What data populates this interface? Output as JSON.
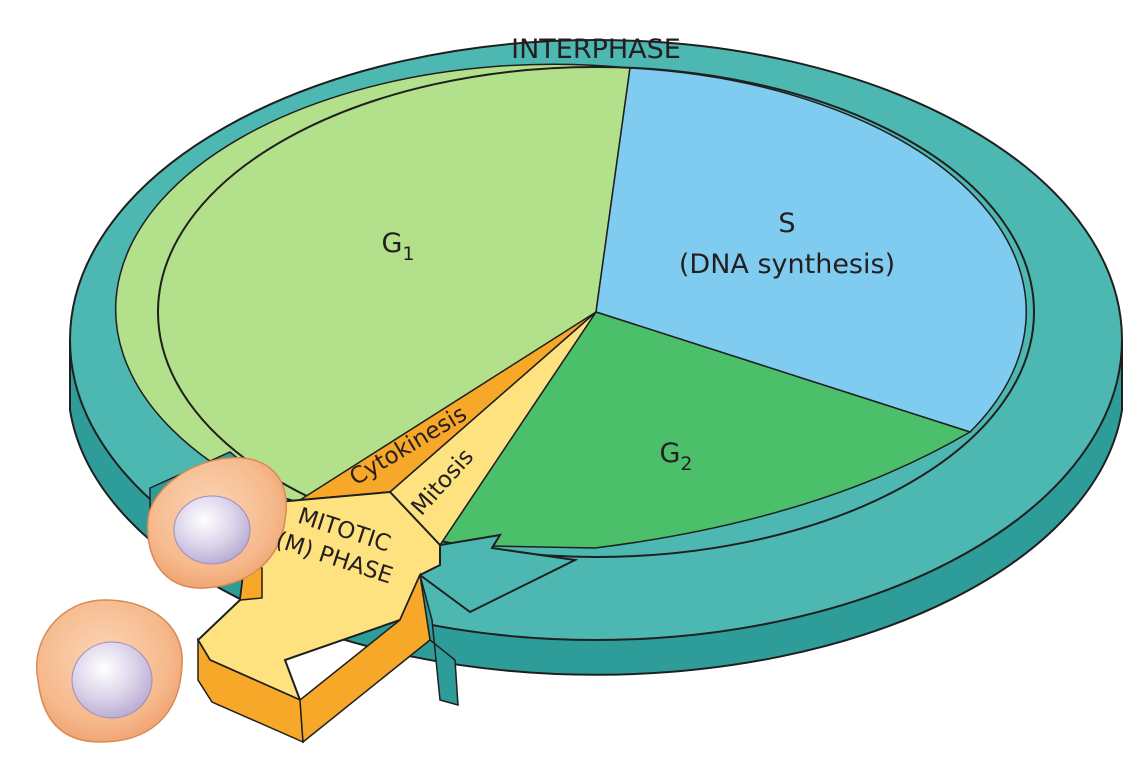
{
  "diagram": {
    "interphase_label": "INTERPHASE",
    "g1": {
      "letter": "G",
      "subscript": "1"
    },
    "s": {
      "title": "S",
      "subtitle": "(DNA synthesis)"
    },
    "g2": {
      "letter": "G",
      "subscript": "2"
    },
    "cytokinesis_label": "Cytokinesis",
    "mitosis_label": "Mitosis",
    "mitotic_line1": "MITOTIC",
    "mitotic_line2": "(M) PHASE"
  },
  "colors": {
    "ring_top": "#4db8b2",
    "ring_side": "#2e9c98",
    "g1": "#b3e08a",
    "s": "#80ccf0",
    "g2": "#4bbf6a",
    "mitosis": "#fde27f",
    "cytokinesis": "#f7a829",
    "cell_body": "#f6b98c",
    "nucleus": "#d6cde6"
  }
}
